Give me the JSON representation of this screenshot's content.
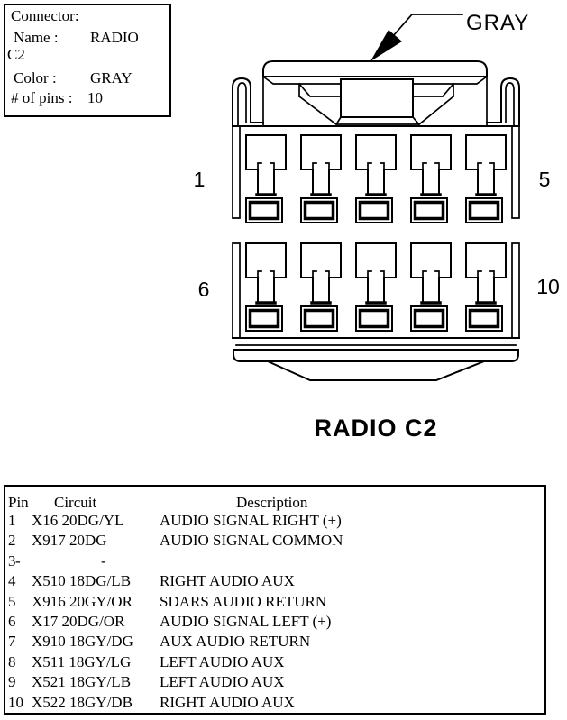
{
  "connector_info": {
    "title": "Connector:",
    "name_label": "Name :",
    "name_value": "RADIO",
    "name_value_line2": "C2",
    "color_label": "Color :",
    "color_value": "GRAY",
    "pins_label": "# of pins :",
    "pins_value": "10"
  },
  "callout": {
    "label": "GRAY"
  },
  "connector_drawing": {
    "rows": 2,
    "columns": 5,
    "pin_labels": {
      "top_left": "1",
      "top_right": "5",
      "bottom_left": "6",
      "bottom_right": "10"
    }
  },
  "caption": "RADIO C2",
  "pin_table": {
    "headers": {
      "pin": "Pin",
      "circuit": "Circuit",
      "description": "Description"
    },
    "rows": [
      {
        "pin": "1",
        "circuit": "X16 20DG/YL",
        "description": "AUDIO SIGNAL RIGHT (+)"
      },
      {
        "pin": "2",
        "circuit": "X917 20DG",
        "description": "AUDIO SIGNAL COMMON"
      },
      {
        "pin": "3",
        "circuit": "-",
        "description": "-"
      },
      {
        "pin": "4",
        "circuit": "X510 18DG/LB",
        "description": "RIGHT AUDIO AUX"
      },
      {
        "pin": "5",
        "circuit": "X916 20GY/OR",
        "description": "SDARS AUDIO RETURN"
      },
      {
        "pin": "6",
        "circuit": "X17 20DG/OR",
        "description": "AUDIO SIGNAL LEFT (+)"
      },
      {
        "pin": "7",
        "circuit": "X910 18GY/DG",
        "description": "AUX AUDIO RETURN"
      },
      {
        "pin": "8",
        "circuit": "X511 18GY/LG",
        "description": "LEFT AUDIO AUX"
      },
      {
        "pin": "9",
        "circuit": "X521 18GY/LB",
        "description": "LEFT AUDIO AUX"
      },
      {
        "pin": "10",
        "circuit": "X522 18GY/DB",
        "description": "RIGHT AUDIO AUX"
      }
    ]
  },
  "colors": {
    "line": "#000000",
    "background": "#ffffff",
    "text": "#000000"
  }
}
